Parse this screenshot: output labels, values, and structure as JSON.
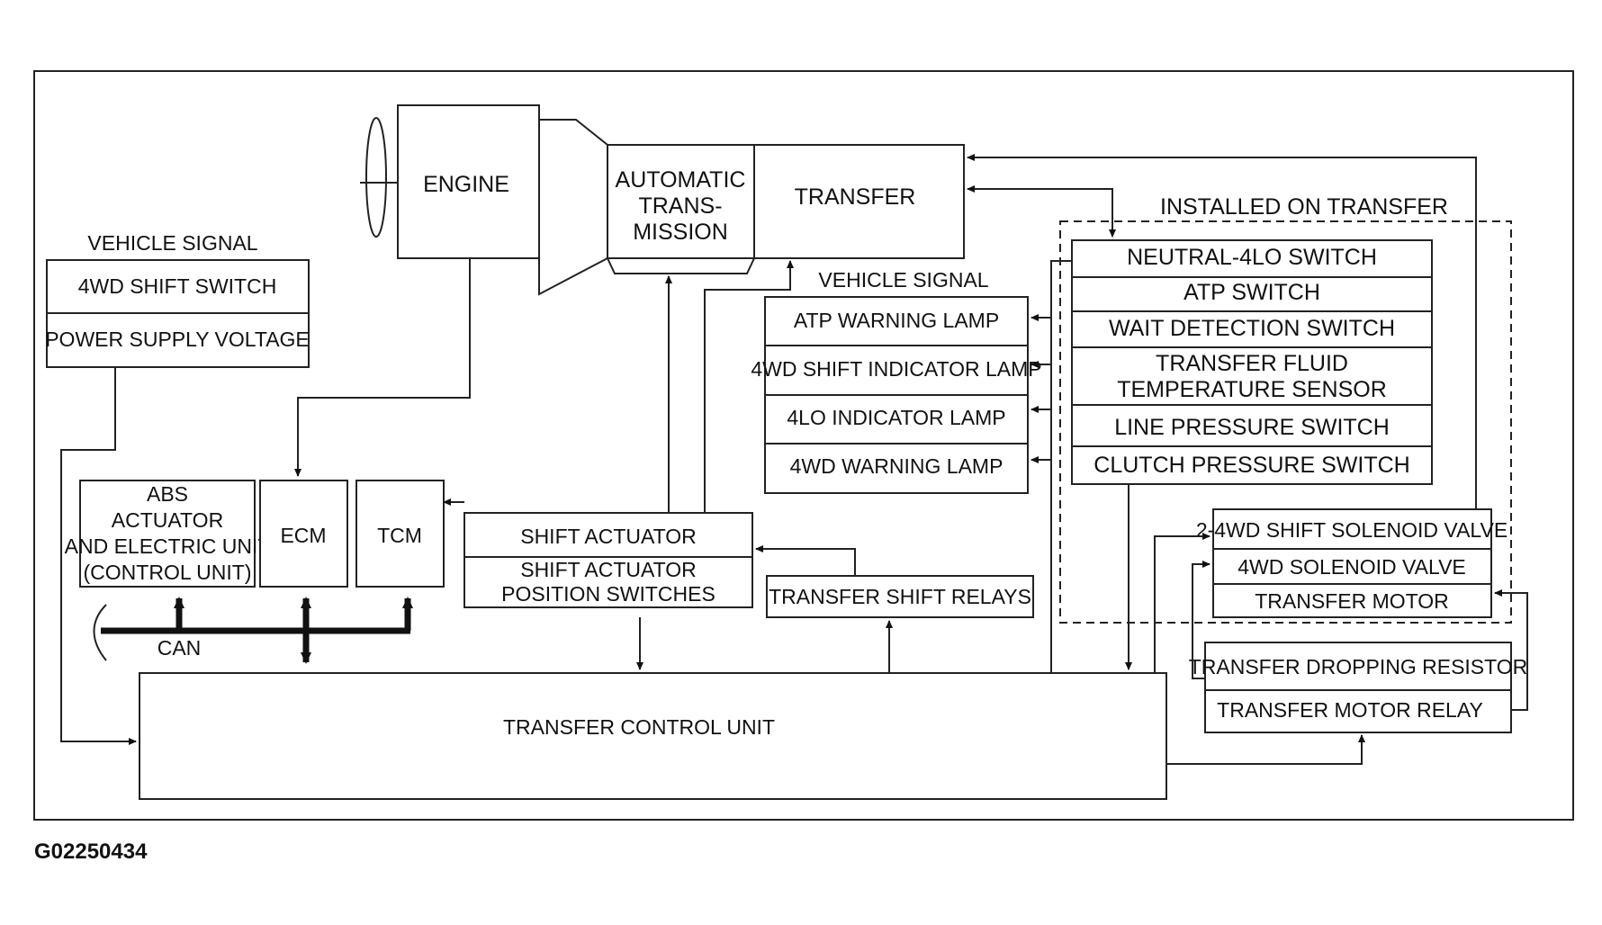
{
  "components": {
    "engine": "ENGINE",
    "automatic_transmission": [
      "AUTOMATIC",
      "TRANS-",
      "MISSION"
    ],
    "transfer": "TRANSFER",
    "abs": [
      "ABS",
      "ACTUATOR",
      "AND ELECTRIC UNIT",
      "(CONTROL UNIT)"
    ],
    "ecm": "ECM",
    "tcm": "TCM",
    "shift_actuator": "SHIFT ACTUATOR",
    "shift_actuator_switches": [
      "SHIFT ACTUATOR",
      "POSITION SWITCHES"
    ],
    "transfer_shift_relays": "TRANSFER SHIFT RELAYS",
    "transfer_control_unit": "TRANSFER CONTROL UNIT",
    "can": "CAN"
  },
  "vehicle_signal_inputs": {
    "heading": "VEHICLE SIGNAL",
    "items": [
      "4WD SHIFT SWITCH",
      "POWER SUPPLY VOLTAGE"
    ]
  },
  "vehicle_signal_outputs": {
    "heading": "VEHICLE SIGNAL",
    "items": [
      "ATP WARNING LAMP",
      "4WD SHIFT INDICATOR LAMP",
      "4LO INDICATOR LAMP",
      "4WD WARNING LAMP"
    ]
  },
  "installed_on_transfer": {
    "heading": "INSTALLED ON TRANSFER",
    "switches": [
      "NEUTRAL-4LO SWITCH",
      "ATP SWITCH",
      "WAIT DETECTION SWITCH",
      "TRANSFER FLUID",
      "TEMPERATURE SENSOR",
      "LINE PRESSURE SWITCH",
      "CLUTCH PRESSURE SWITCH"
    ],
    "valves": [
      "2-4WD SHIFT SOLENOID VALVE",
      "4WD SOLENOID VALVE",
      "TRANSFER MOTOR"
    ]
  },
  "relays": [
    "TRANSFER DROPPING RESISTOR",
    "TRANSFER MOTOR RELAY"
  ],
  "figure_id": "G02250434"
}
